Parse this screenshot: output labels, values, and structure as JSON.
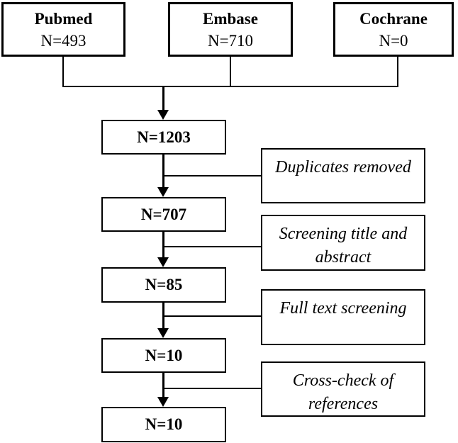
{
  "colors": {
    "ink": "#000000",
    "background": "#ffffff"
  },
  "sources": [
    {
      "name": "Pubmed",
      "count": "N=493"
    },
    {
      "name": "Embase",
      "count": "N=710"
    },
    {
      "name": "Cochrane",
      "count": "N=0"
    }
  ],
  "stages": [
    {
      "label": "N=1203"
    },
    {
      "label": "N=707"
    },
    {
      "label": "N=85"
    },
    {
      "label": "N=10"
    },
    {
      "label": "N=10"
    }
  ],
  "steps": [
    {
      "label": "Duplicates removed"
    },
    {
      "label": "Screening title and abstract"
    },
    {
      "label": "Full text screening"
    },
    {
      "label": "Cross-check of references"
    }
  ]
}
